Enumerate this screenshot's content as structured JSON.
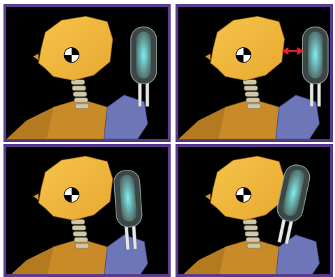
{
  "colors": {
    "frame": "#5a3a8e",
    "background": "#000000",
    "head": "#e8a830",
    "body": "#c98a28",
    "spine": "#cfc7a8",
    "arm": "#6d77b8",
    "headrest": "#4d5d5a",
    "headrest_glow": "#7ef0f0",
    "distance_arrow": "#e0202c"
  },
  "panels": [
    {
      "name": "panel-1",
      "headrest_pose": "upright-far",
      "shows_distance_arrow": false
    },
    {
      "name": "panel-2",
      "headrest_pose": "upright-far",
      "shows_distance_arrow": true
    },
    {
      "name": "panel-3",
      "headrest_pose": "moved-close-to-head",
      "shows_distance_arrow": false
    },
    {
      "name": "panel-4",
      "headrest_pose": "tilted-against-head",
      "shows_distance_arrow": false
    }
  ],
  "icons": [
    "crash-test-target-icon"
  ]
}
